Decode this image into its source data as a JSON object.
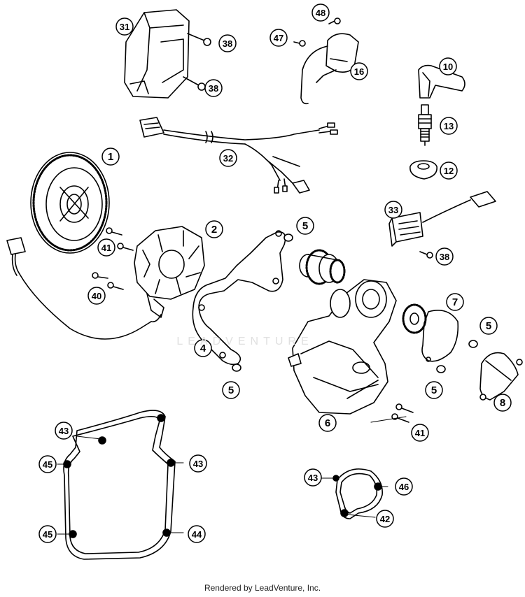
{
  "diagram": {
    "callouts": [
      {
        "id": "c1",
        "label": "1"
      },
      {
        "id": "c2",
        "label": "2"
      },
      {
        "id": "c4",
        "label": "4"
      },
      {
        "id": "c5a",
        "label": "5"
      },
      {
        "id": "c5b",
        "label": "5"
      },
      {
        "id": "c5c",
        "label": "5"
      },
      {
        "id": "c5d",
        "label": "5"
      },
      {
        "id": "c6",
        "label": "6"
      },
      {
        "id": "c7",
        "label": "7"
      },
      {
        "id": "c8",
        "label": "8"
      },
      {
        "id": "c10",
        "label": "10"
      },
      {
        "id": "c12",
        "label": "12"
      },
      {
        "id": "c13",
        "label": "13"
      },
      {
        "id": "c16",
        "label": "16"
      },
      {
        "id": "c31",
        "label": "31"
      },
      {
        "id": "c32",
        "label": "32"
      },
      {
        "id": "c33",
        "label": "33"
      },
      {
        "id": "c38a",
        "label": "38"
      },
      {
        "id": "c38b",
        "label": "38"
      },
      {
        "id": "c38c",
        "label": "38"
      },
      {
        "id": "c40",
        "label": "40"
      },
      {
        "id": "c41a",
        "label": "41"
      },
      {
        "id": "c41b",
        "label": "41"
      },
      {
        "id": "c42",
        "label": "42"
      },
      {
        "id": "c43a",
        "label": "43"
      },
      {
        "id": "c43b",
        "label": "43"
      },
      {
        "id": "c43c",
        "label": "43"
      },
      {
        "id": "c44",
        "label": "44"
      },
      {
        "id": "c45a",
        "label": "45"
      },
      {
        "id": "c45b",
        "label": "45"
      },
      {
        "id": "c46",
        "label": "46"
      },
      {
        "id": "c47",
        "label": "47"
      },
      {
        "id": "c48",
        "label": "48"
      }
    ]
  },
  "watermark": "LEADVENTURE",
  "footer": {
    "credit": "Rendered by LeadVenture, Inc."
  }
}
